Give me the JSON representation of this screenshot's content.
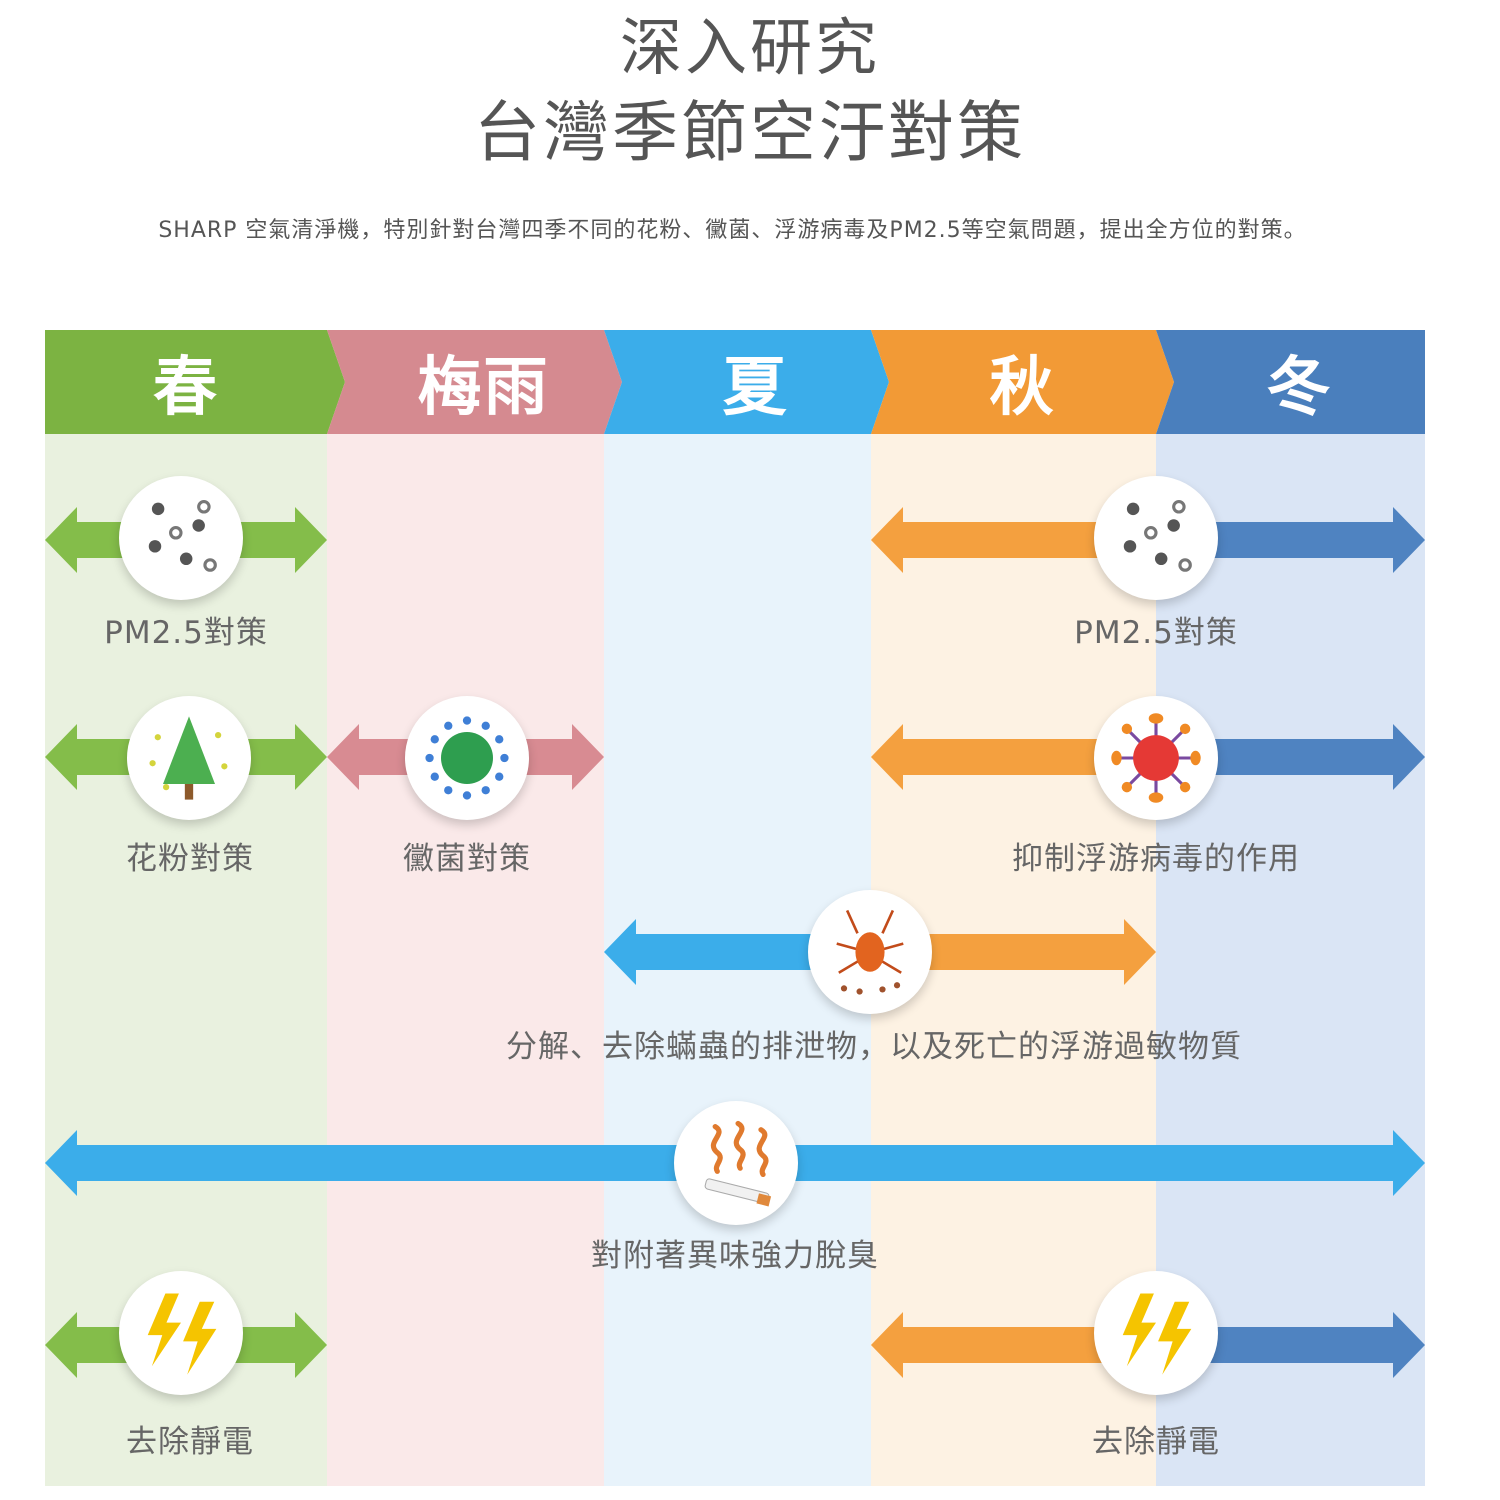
{
  "header": {
    "title_line_1": "深入研究",
    "title_line_2": "台灣季節空汙對策",
    "subtitle": "SHARP 空氣清淨機，特別針對台灣四季不同的花粉、黴菌、浮游病毒及PM2.5等空氣問題，提出全方位的對策。"
  },
  "seasons": [
    {
      "label": "春",
      "color": "#7cb342",
      "bg": "#e9f1df"
    },
    {
      "label": "梅雨",
      "color": "#d58a90",
      "bg": "#fae9e9"
    },
    {
      "label": "夏",
      "color": "#3badea",
      "bg": "#e8f3fb"
    },
    {
      "label": "秋",
      "color": "#f29a36",
      "bg": "#fdf2e3"
    },
    {
      "label": "冬",
      "color": "#4a7fbd",
      "bg": "#dae5f5"
    }
  ],
  "measures": {
    "pm25_spring": {
      "label": "PM2.5對策",
      "icon": "pm25-particles-icon"
    },
    "pm25_autumn_winter": {
      "label": "PM2.5對策",
      "icon": "pm25-particles-icon"
    },
    "pollen": {
      "label": "花粉對策",
      "icon": "pollen-tree-icon"
    },
    "mold": {
      "label": "黴菌對策",
      "icon": "mold-spore-icon"
    },
    "virus": {
      "label": "抑制浮游病毒的作用",
      "icon": "virus-icon"
    },
    "dust_mite": {
      "label": "分解、去除蟎蟲的排泄物，以及死亡的浮游過敏物質",
      "icon": "dust-mite-icon"
    },
    "odor": {
      "label": "對附著異味強力脫臭",
      "icon": "smoke-odor-icon"
    },
    "static_spring": {
      "label": "去除靜電",
      "icon": "lightning-icon"
    },
    "static_autumn_winter": {
      "label": "去除靜電",
      "icon": "lightning-icon"
    }
  }
}
